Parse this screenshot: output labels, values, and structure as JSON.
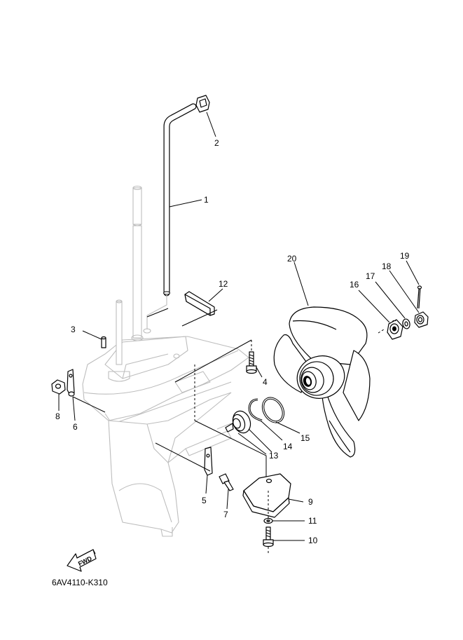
{
  "diagram": {
    "reference_code": "6AV4110-K310",
    "forward_label": "FWD",
    "callouts": [
      "1",
      "2",
      "3",
      "4",
      "5",
      "6",
      "7",
      "8",
      "9",
      "10",
      "11",
      "12",
      "13",
      "14",
      "15",
      "16",
      "17",
      "18",
      "19",
      "20"
    ]
  }
}
